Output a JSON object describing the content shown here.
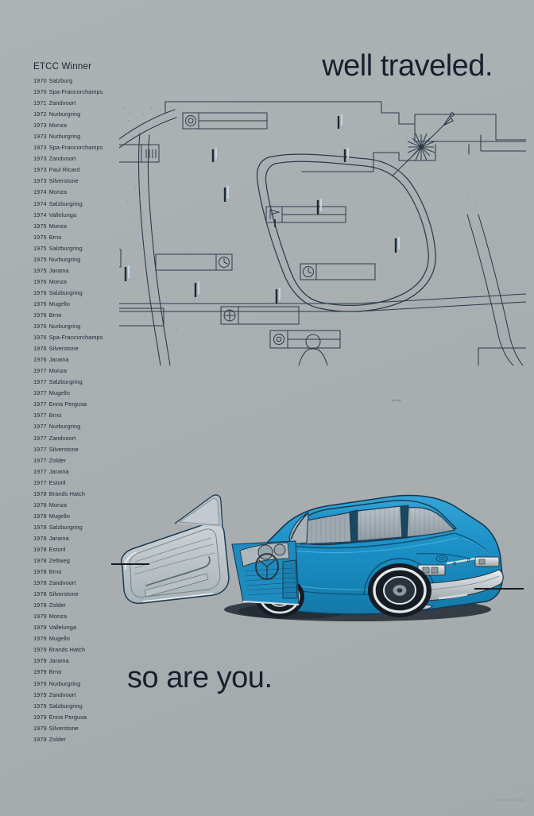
{
  "poster": {
    "background_color": "#aab0b3",
    "ink_color": "#18202e",
    "car_color": "#1a90c6"
  },
  "headline_top": "well traveled.",
  "headline_bottom": "so are you.",
  "winners": {
    "title": "ETCC Winner",
    "entries": [
      {
        "year": "1970",
        "circuit": "Salzburg"
      },
      {
        "year": "1970",
        "circuit": "Spa-Francorchamps"
      },
      {
        "year": "1971",
        "circuit": "Zandvoort"
      },
      {
        "year": "1972",
        "circuit": "Nurburgring"
      },
      {
        "year": "1973",
        "circuit": "Monza"
      },
      {
        "year": "1973",
        "circuit": "Nurburgring"
      },
      {
        "year": "1973",
        "circuit": "Spa-Francorchamps"
      },
      {
        "year": "1973",
        "circuit": "Zandvoort"
      },
      {
        "year": "1973",
        "circuit": "Paul Ricard"
      },
      {
        "year": "1973",
        "circuit": "Silverstone"
      },
      {
        "year": "1974",
        "circuit": "Monza"
      },
      {
        "year": "1974",
        "circuit": "Salzburgring"
      },
      {
        "year": "1974",
        "circuit": "Vallelunga"
      },
      {
        "year": "1975",
        "circuit": "Monza"
      },
      {
        "year": "1975",
        "circuit": "Brno"
      },
      {
        "year": "1975",
        "circuit": "Salzburgring"
      },
      {
        "year": "1975",
        "circuit": "Nurburgring"
      },
      {
        "year": "1975",
        "circuit": "Jarama"
      },
      {
        "year": "1976",
        "circuit": "Monza"
      },
      {
        "year": "1976",
        "circuit": "Salzburgring"
      },
      {
        "year": "1976",
        "circuit": "Mugello"
      },
      {
        "year": "1976",
        "circuit": "Brno"
      },
      {
        "year": "1976",
        "circuit": "Nurburgring"
      },
      {
        "year": "1976",
        "circuit": "Spa-Francorchamps"
      },
      {
        "year": "1976",
        "circuit": "Silverstone"
      },
      {
        "year": "1976",
        "circuit": "Jarama"
      },
      {
        "year": "1977",
        "circuit": "Monza"
      },
      {
        "year": "1977",
        "circuit": "Salzburgring"
      },
      {
        "year": "1977",
        "circuit": "Mugello"
      },
      {
        "year": "1977",
        "circuit": "Enna Pergusa"
      },
      {
        "year": "1977",
        "circuit": "Brno"
      },
      {
        "year": "1977",
        "circuit": "Nurburgring"
      },
      {
        "year": "1977",
        "circuit": "Zandvoort"
      },
      {
        "year": "1977",
        "circuit": "Silverstone"
      },
      {
        "year": "1977",
        "circuit": "Zolder"
      },
      {
        "year": "1977",
        "circuit": "Jarama"
      },
      {
        "year": "1977",
        "circuit": "Estoril"
      },
      {
        "year": "1978",
        "circuit": "Brands Hatch"
      },
      {
        "year": "1978",
        "circuit": "Monza"
      },
      {
        "year": "1978",
        "circuit": "Mugello"
      },
      {
        "year": "1978",
        "circuit": "Salzburgring"
      },
      {
        "year": "1978",
        "circuit": "Jarama"
      },
      {
        "year": "1978",
        "circuit": "Estoril"
      },
      {
        "year": "1978",
        "circuit": "Zeltweg"
      },
      {
        "year": "1978",
        "circuit": "Brno"
      },
      {
        "year": "1978",
        "circuit": "Zandvoort"
      },
      {
        "year": "1978",
        "circuit": "Silverstone"
      },
      {
        "year": "1978",
        "circuit": "Zolder"
      },
      {
        "year": "1979",
        "circuit": "Monza"
      },
      {
        "year": "1979",
        "circuit": "Vallelunga"
      },
      {
        "year": "1979",
        "circuit": "Mugello"
      },
      {
        "year": "1979",
        "circuit": "Brands Hatch"
      },
      {
        "year": "1979",
        "circuit": "Jarama"
      },
      {
        "year": "1979",
        "circuit": "Brno"
      },
      {
        "year": "1979",
        "circuit": "Nurburgring"
      },
      {
        "year": "1979",
        "circuit": "Zandvoort"
      },
      {
        "year": "1979",
        "circuit": "Salzburgring"
      },
      {
        "year": "1979",
        "circuit": "Enna Pergusa"
      },
      {
        "year": "1979",
        "circuit": "Silverstone"
      },
      {
        "year": "1979",
        "circuit": "Zolder"
      }
    ]
  },
  "map": {
    "micro_label": "pit lane",
    "icons": [
      "compass-rose-icon",
      "clock-icon",
      "steering-wheel-icon",
      "flag-icon",
      "tire-icon",
      "fuel-icon"
    ]
  },
  "copyright": "©copyright  bmfont"
}
